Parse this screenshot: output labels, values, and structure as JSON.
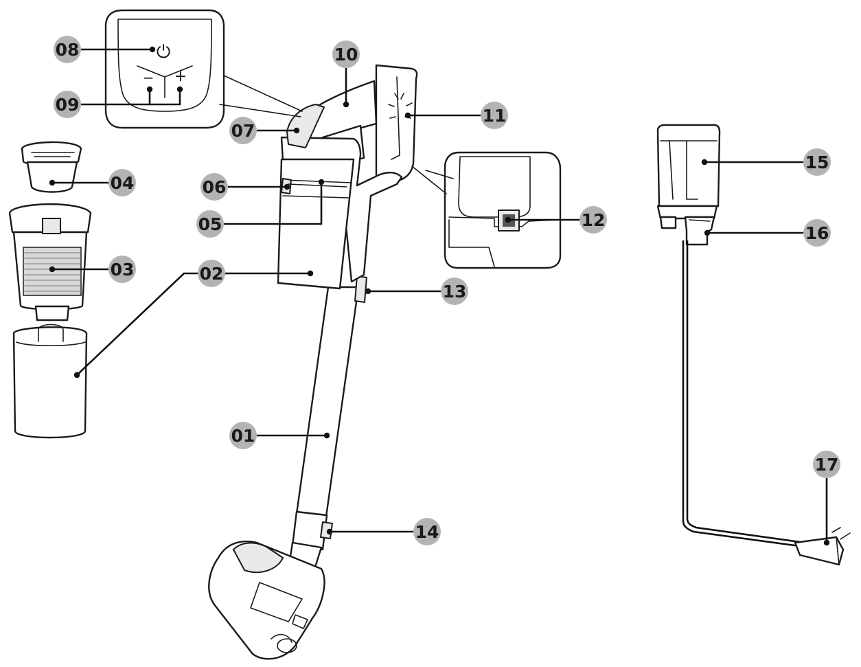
{
  "diagram": {
    "callouts": [
      {
        "id": "01",
        "label": "01"
      },
      {
        "id": "02",
        "label": "02"
      },
      {
        "id": "03",
        "label": "03"
      },
      {
        "id": "04",
        "label": "04"
      },
      {
        "id": "05",
        "label": "05"
      },
      {
        "id": "06",
        "label": "06"
      },
      {
        "id": "07",
        "label": "07"
      },
      {
        "id": "08",
        "label": "08"
      },
      {
        "id": "09",
        "label": "09"
      },
      {
        "id": "10",
        "label": "10"
      },
      {
        "id": "11",
        "label": "11"
      },
      {
        "id": "12",
        "label": "12"
      },
      {
        "id": "13",
        "label": "13"
      },
      {
        "id": "14",
        "label": "14"
      },
      {
        "id": "15",
        "label": "15"
      },
      {
        "id": "16",
        "label": "16"
      },
      {
        "id": "17",
        "label": "17"
      }
    ],
    "panel_symbols": {
      "power": "⏻",
      "minus": "−",
      "plus": "+"
    },
    "colors": {
      "line": "#1a1a1a",
      "badge": "#b3b3b3",
      "background": "#ffffff"
    }
  }
}
